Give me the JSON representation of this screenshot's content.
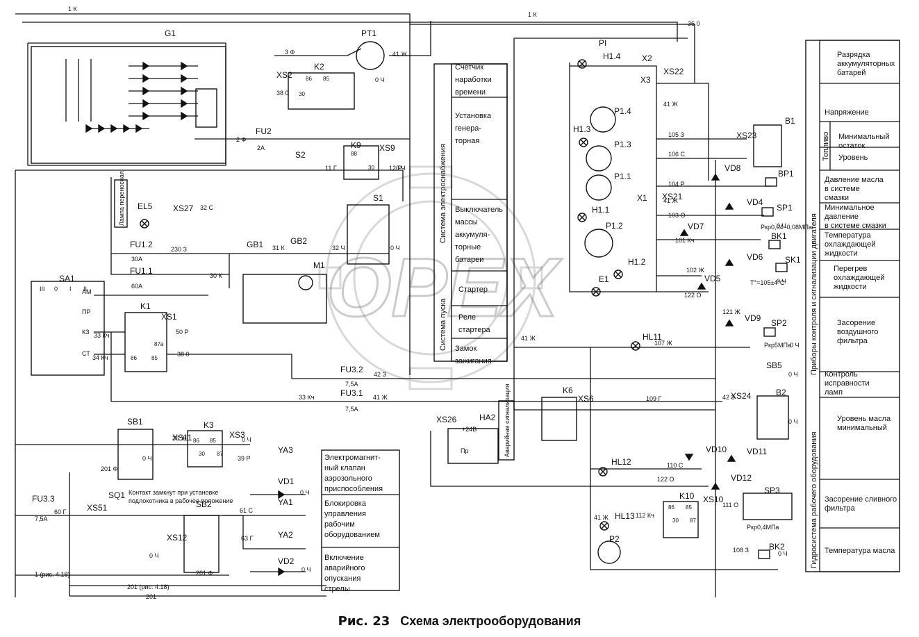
{
  "caption": {
    "fig": "Рис. 23",
    "title": "Схема электрооборудования"
  },
  "components": [
    {
      "id": "G1"
    },
    {
      "id": "PT1"
    },
    {
      "id": "K2"
    },
    {
      "id": "XS2"
    },
    {
      "id": "FU2"
    },
    {
      "id": "S2"
    },
    {
      "id": "K9"
    },
    {
      "id": "XS9"
    },
    {
      "id": "S1"
    },
    {
      "id": "EL5"
    },
    {
      "id": "XS27"
    },
    {
      "id": "FU1.2"
    },
    {
      "id": "GB1"
    },
    {
      "id": "GB2"
    },
    {
      "id": "M1"
    },
    {
      "id": "FU1.1"
    },
    {
      "id": "SA1"
    },
    {
      "id": "K1"
    },
    {
      "id": "XS1"
    },
    {
      "id": "FU3.2"
    },
    {
      "id": "FU3.1"
    },
    {
      "id": "SB1"
    },
    {
      "id": "XS11"
    },
    {
      "id": "K3"
    },
    {
      "id": "XS3"
    },
    {
      "id": "YA3"
    },
    {
      "id": "VD1"
    },
    {
      "id": "YA1"
    },
    {
      "id": "FU3.3"
    },
    {
      "id": "SQ1"
    },
    {
      "id": "XS51"
    },
    {
      "id": "SB2"
    },
    {
      "id": "XS12"
    },
    {
      "id": "YA2"
    },
    {
      "id": "VD2"
    },
    {
      "id": "PI"
    },
    {
      "id": "H1.4"
    },
    {
      "id": "X2"
    },
    {
      "id": "XS22"
    },
    {
      "id": "X3"
    },
    {
      "id": "P1.4"
    },
    {
      "id": "H1.3"
    },
    {
      "id": "P1.3"
    },
    {
      "id": "P1.1"
    },
    {
      "id": "X1"
    },
    {
      "id": "XS21"
    },
    {
      "id": "H1.1"
    },
    {
      "id": "P1.2"
    },
    {
      "id": "H1.2"
    },
    {
      "id": "E1"
    },
    {
      "id": "VD7"
    },
    {
      "id": "VD5"
    },
    {
      "id": "B1"
    },
    {
      "id": "XS23"
    },
    {
      "id": "VD8"
    },
    {
      "id": "BP1"
    },
    {
      "id": "VD4"
    },
    {
      "id": "SP1"
    },
    {
      "id": "BK1"
    },
    {
      "id": "VD6"
    },
    {
      "id": "SK1"
    },
    {
      "id": "VD9"
    },
    {
      "id": "SP2"
    },
    {
      "id": "HL11"
    },
    {
      "id": "SB5"
    },
    {
      "id": "K6"
    },
    {
      "id": "XS6"
    },
    {
      "id": "XS24"
    },
    {
      "id": "B2"
    },
    {
      "id": "XS26"
    },
    {
      "id": "HA2"
    },
    {
      "id": "HL12"
    },
    {
      "id": "VD10"
    },
    {
      "id": "VD11"
    },
    {
      "id": "VD12"
    },
    {
      "id": "K10"
    },
    {
      "id": "XS10"
    },
    {
      "id": "SP3"
    },
    {
      "id": "HL13"
    },
    {
      "id": "P2"
    },
    {
      "id": "BK2"
    }
  ],
  "center_table": [
    "Счетчик наработки времени",
    "Установка генераторная",
    "Выключатель массы аккумуляторные батареи",
    "Стартер",
    "Реле стартера",
    "Замок зажигания"
  ],
  "center_groups": [
    "Система электроснабжения",
    "Система пуска"
  ],
  "left_table": [
    "Электромагнитный клапан аэрозольного приспособления",
    "Блокировка управления рабочим оборудованием",
    "Включение аварийного опускания стрелы"
  ],
  "right_table": [
    {
      "label": "Разрядка аккумуляторных батарей"
    },
    {
      "label": "Напряжение"
    },
    {
      "label": "Минимальный остаток"
    },
    {
      "label": "Уровень"
    },
    {
      "label": "Давление масла в системе смазки"
    },
    {
      "label": "Минимальное давление в системе смазки"
    },
    {
      "label": "Температура охлаждающей жидкости"
    },
    {
      "label": "Перегрев охлаждающей жидкости"
    },
    {
      "label": "Засорение воздушного фильтра"
    },
    {
      "label": "Контроль исправности ламп"
    },
    {
      "label": "Уровень масла минимальный"
    },
    {
      "label": "Засорение сливного фильтра"
    },
    {
      "label": "Температура масла"
    }
  ],
  "right_groups": [
    "Приборы контроля и сигнализации двигателя",
    "Топливо",
    "Гидросистема рабочего оборудования"
  ],
  "side_labels": [
    "Лампа переносная",
    "Аварийная сигнализация"
  ],
  "notes": {
    "sq1": "Контакт замкнут при установке подлокотника в рабочее положение"
  },
  "fuse_ratings": [
    "2А",
    "30А",
    "60А",
    "7,5А",
    "7,5А",
    "7,5А"
  ],
  "wires": [
    "1 К",
    "36 0",
    "41 Ж",
    "3 Ф",
    "38 0",
    "2 Ф",
    "11 Г",
    "12 Р",
    "32 С",
    "230 З",
    "31 К",
    "32 Ч",
    "30 К",
    "50 Р",
    "33 Кч",
    "34 Кч",
    "42 З",
    "41 Ж",
    "33 Кч",
    "36 Ж",
    "39 Р",
    "60 Г",
    "61 С",
    "63 Г",
    "201 Ф",
    "105 З",
    "106 С",
    "104 Р",
    "103 О",
    "101 Кч",
    "102 Ж",
    "122 О",
    "121 Ж",
    "107 Ж",
    "109 Г",
    "110 С",
    "112 Кч",
    "111 О",
    "108 З",
    "0 Ч"
  ],
  "params": [
    "Pкр0,04–0,08МПа",
    "T°=105±4°С",
    "Pкр5МПа",
    "Pкр0,4МПа",
    "+24В",
    "Пр"
  ],
  "relay_pins": [
    "86",
    "85",
    "30",
    "88",
    "87а",
    "87"
  ],
  "sa1_positions": [
    "III",
    "0",
    "I",
    "II",
    "АМ",
    "ПР",
    "КЗ",
    "СТ"
  ],
  "fig_refs": [
    "1 (рис. 4.18)",
    "201 (рис. 4.18)",
    "201"
  ],
  "watermark": "OPEX"
}
